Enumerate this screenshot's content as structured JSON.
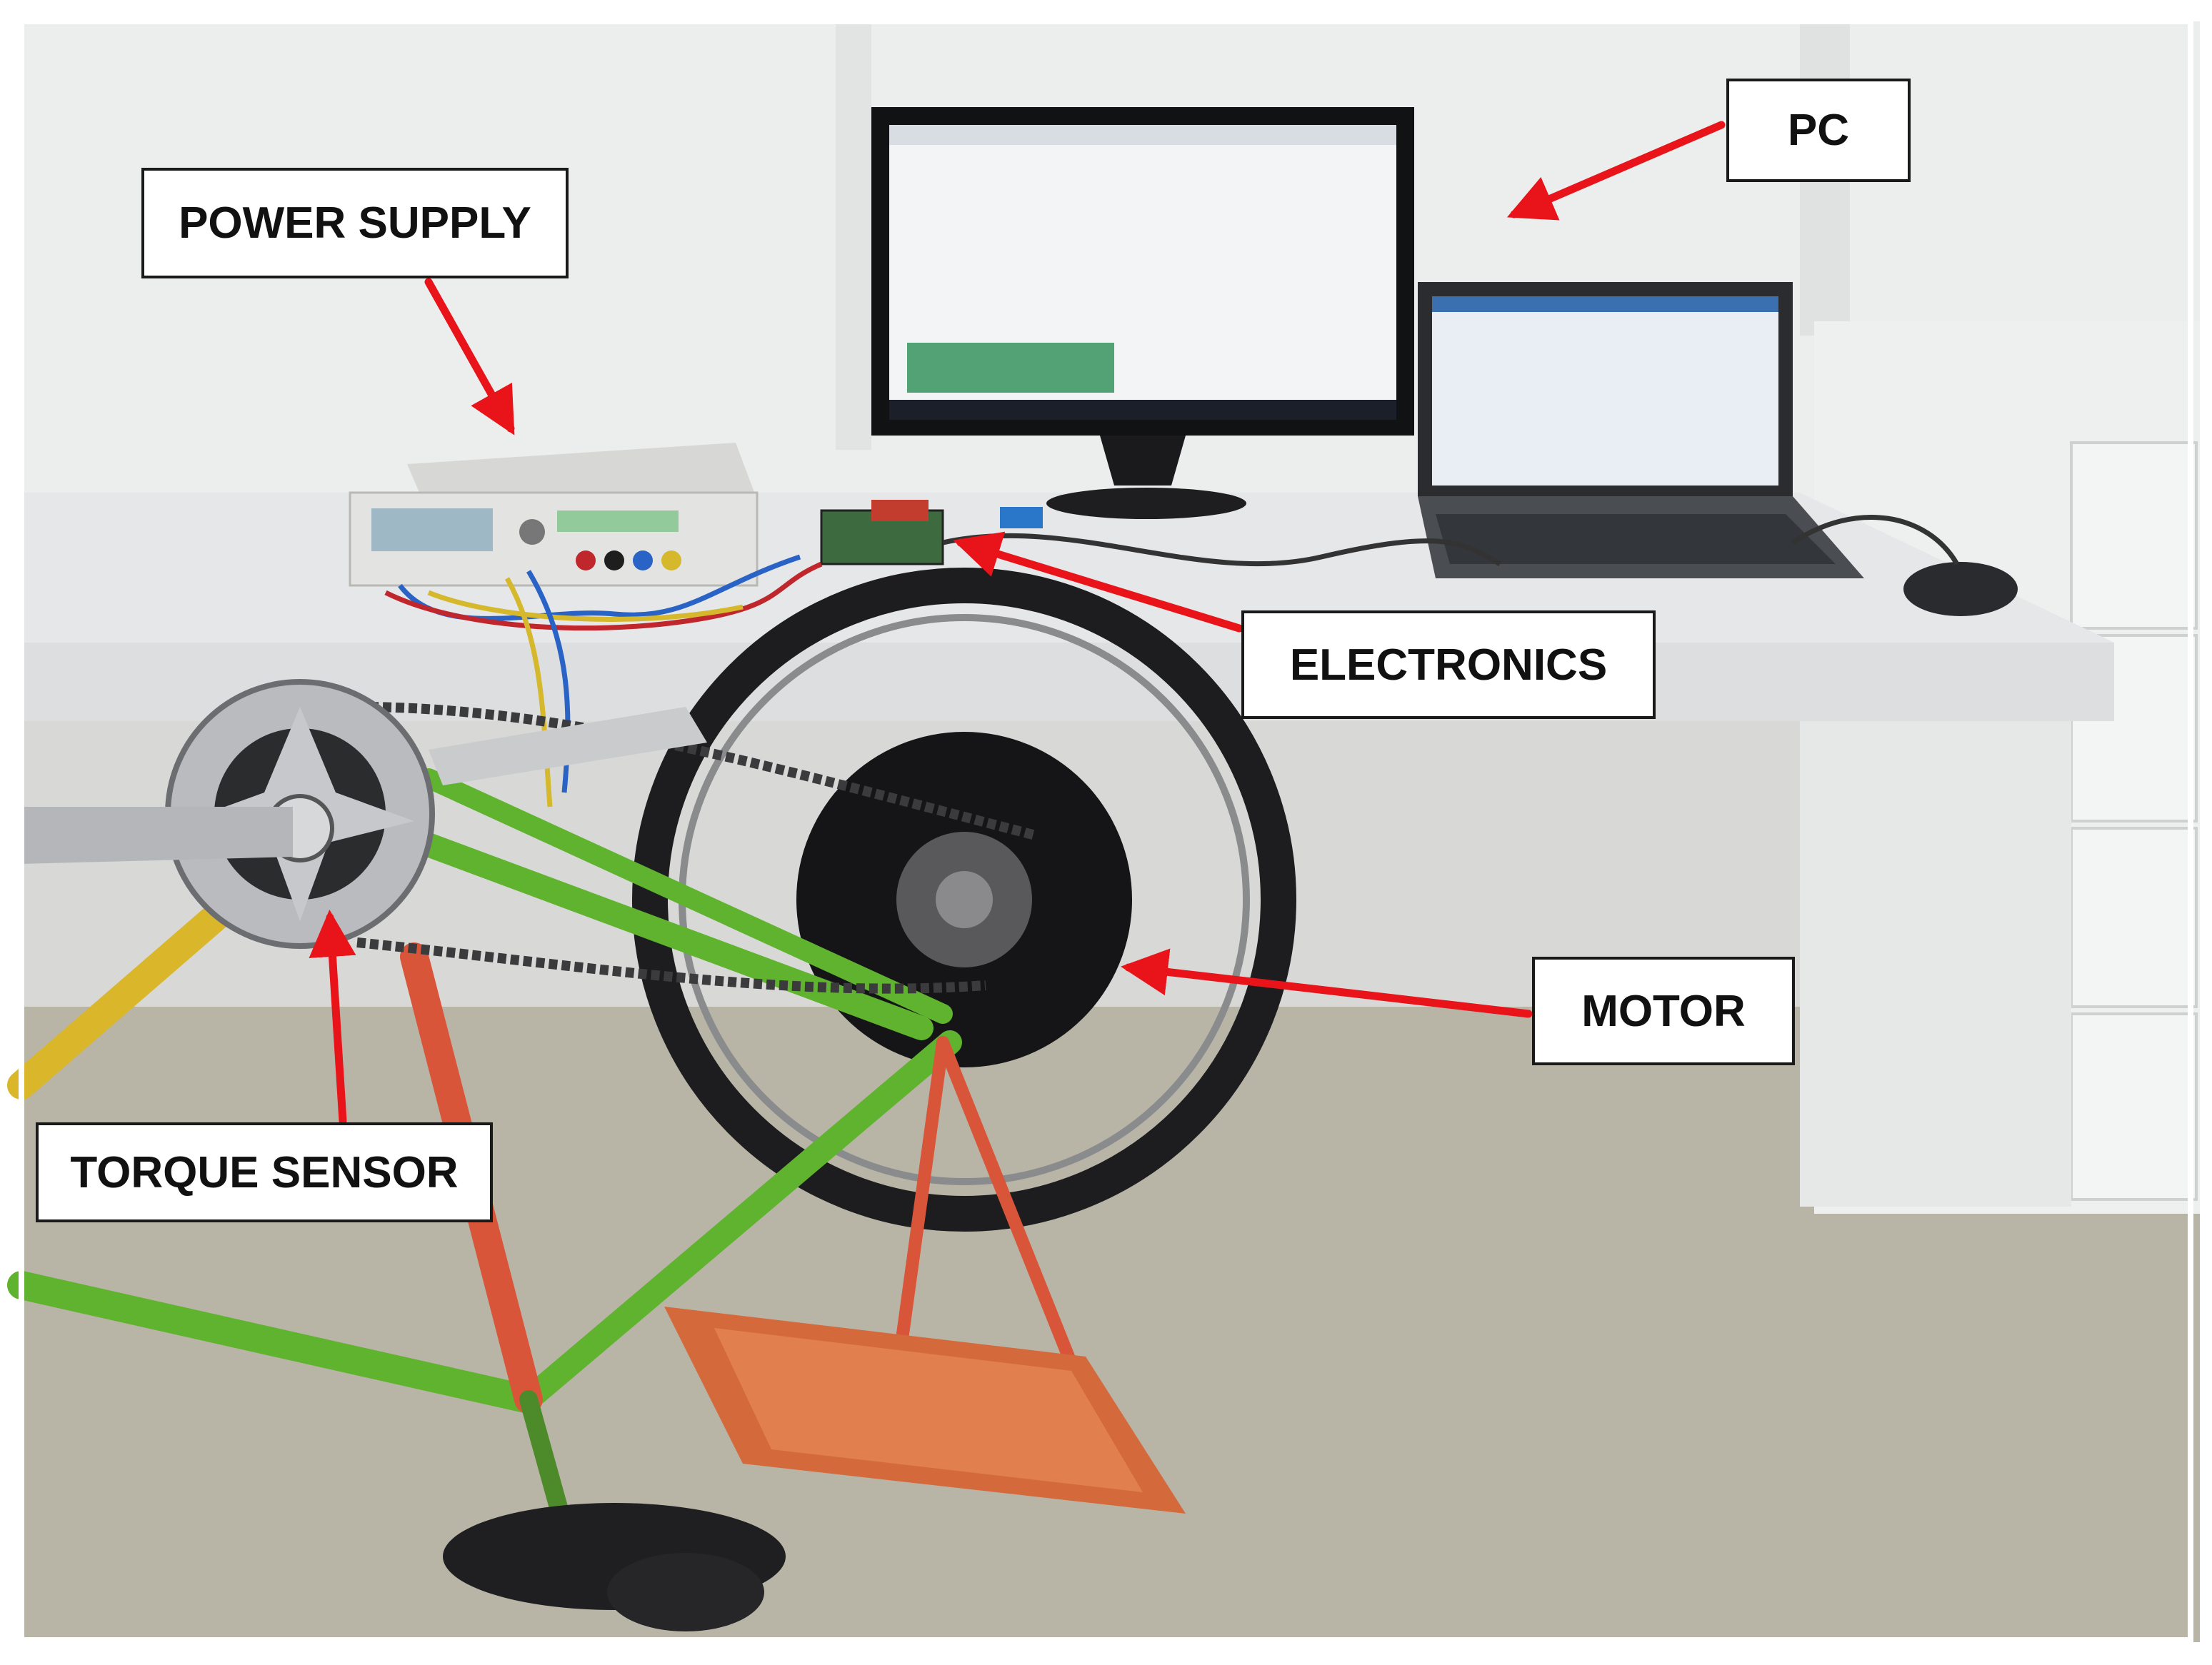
{
  "labels": {
    "power_supply": "POWER SUPPLY",
    "pc": "PC",
    "electronics": "ELECTRONICS",
    "motor": "MOTOR",
    "torque_sensor": "TORQUE SENSOR"
  },
  "colors": {
    "arrow": "#e8141a",
    "label_border": "#1a1a1a",
    "label_fill": "#ffffff",
    "wall": "#eceeed",
    "bench": "#e3e5e6",
    "floor": "#b9b5a6",
    "frame_green": "#5fb32e",
    "frame_red": "#d9553a",
    "frame_yellow": "#d9b62a",
    "tire": "#1d1d1f"
  }
}
